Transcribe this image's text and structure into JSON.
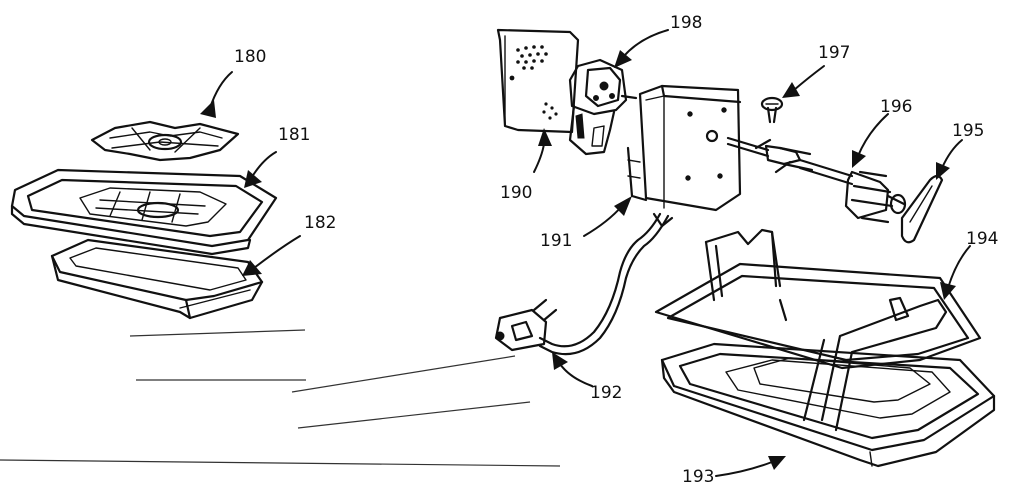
{
  "labels": {
    "p180": "180",
    "p181": "181",
    "p182": "182",
    "p190": "190",
    "p191": "191",
    "p192": "192",
    "p193": "193",
    "p194": "194",
    "p195": "195",
    "p196": "196",
    "p197": "197",
    "p198": "198"
  }
}
